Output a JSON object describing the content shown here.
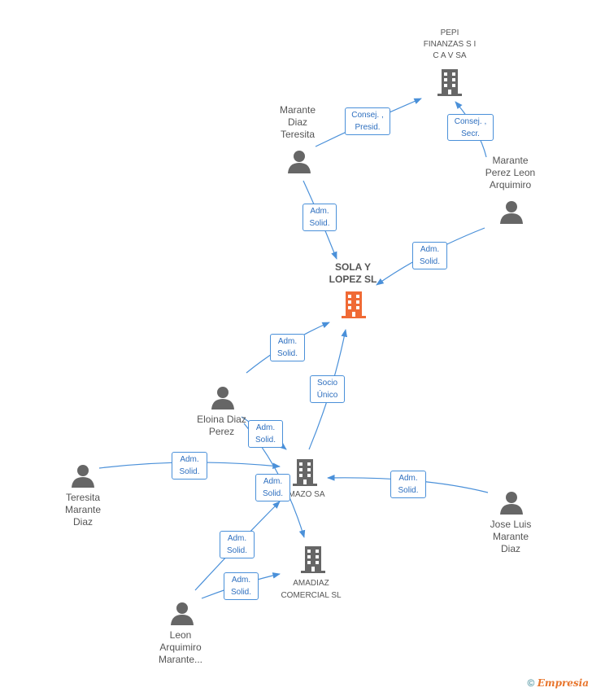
{
  "nodes": {
    "pepi": "PEPI\nFINANZAS S I\nC A V SA",
    "marante_diaz_teresita": "Marante\nDiaz\nTeresita",
    "marante_perez_leon": "Marante\nPerez Leon\nArquimiro",
    "sola_lopez": "SOLA Y\nLOPEZ SL",
    "eloina": "Eloina Diaz\nPerez",
    "teresita_marante": "Teresita\nMarante\nDiaz",
    "mazo": "MAZO SA",
    "jose_luis": "Jose Luis\nMarante\nDiaz",
    "amadiaz": "AMADIAZ\nCOMERCIAL  SL",
    "leon_arquimiro": "Leon\nArquimiro\nMarante..."
  },
  "edges": {
    "e1": "Consej. ,\nPresid.",
    "e2": "Consej. ,\nSecr.",
    "e3": "Adm.\nSolid.",
    "e4": "Adm.\nSolid.",
    "e5": "Adm.\nSolid.",
    "e6": "Socio\nÚnico",
    "e7": "Adm.\nSolid.",
    "e8": "Adm.\nSolid.",
    "e9": "Adm.\nSolid.",
    "e10": "Adm.\nSolid.",
    "e11": "Adm.\nSolid.",
    "e12": "Adm.\nSolid."
  },
  "colors": {
    "edge": "#4a90d9",
    "person": "#666666",
    "company": "#666666",
    "focus_company": "#f06a35"
  },
  "footer": {
    "copyright": "©",
    "brand": "Empresia"
  }
}
